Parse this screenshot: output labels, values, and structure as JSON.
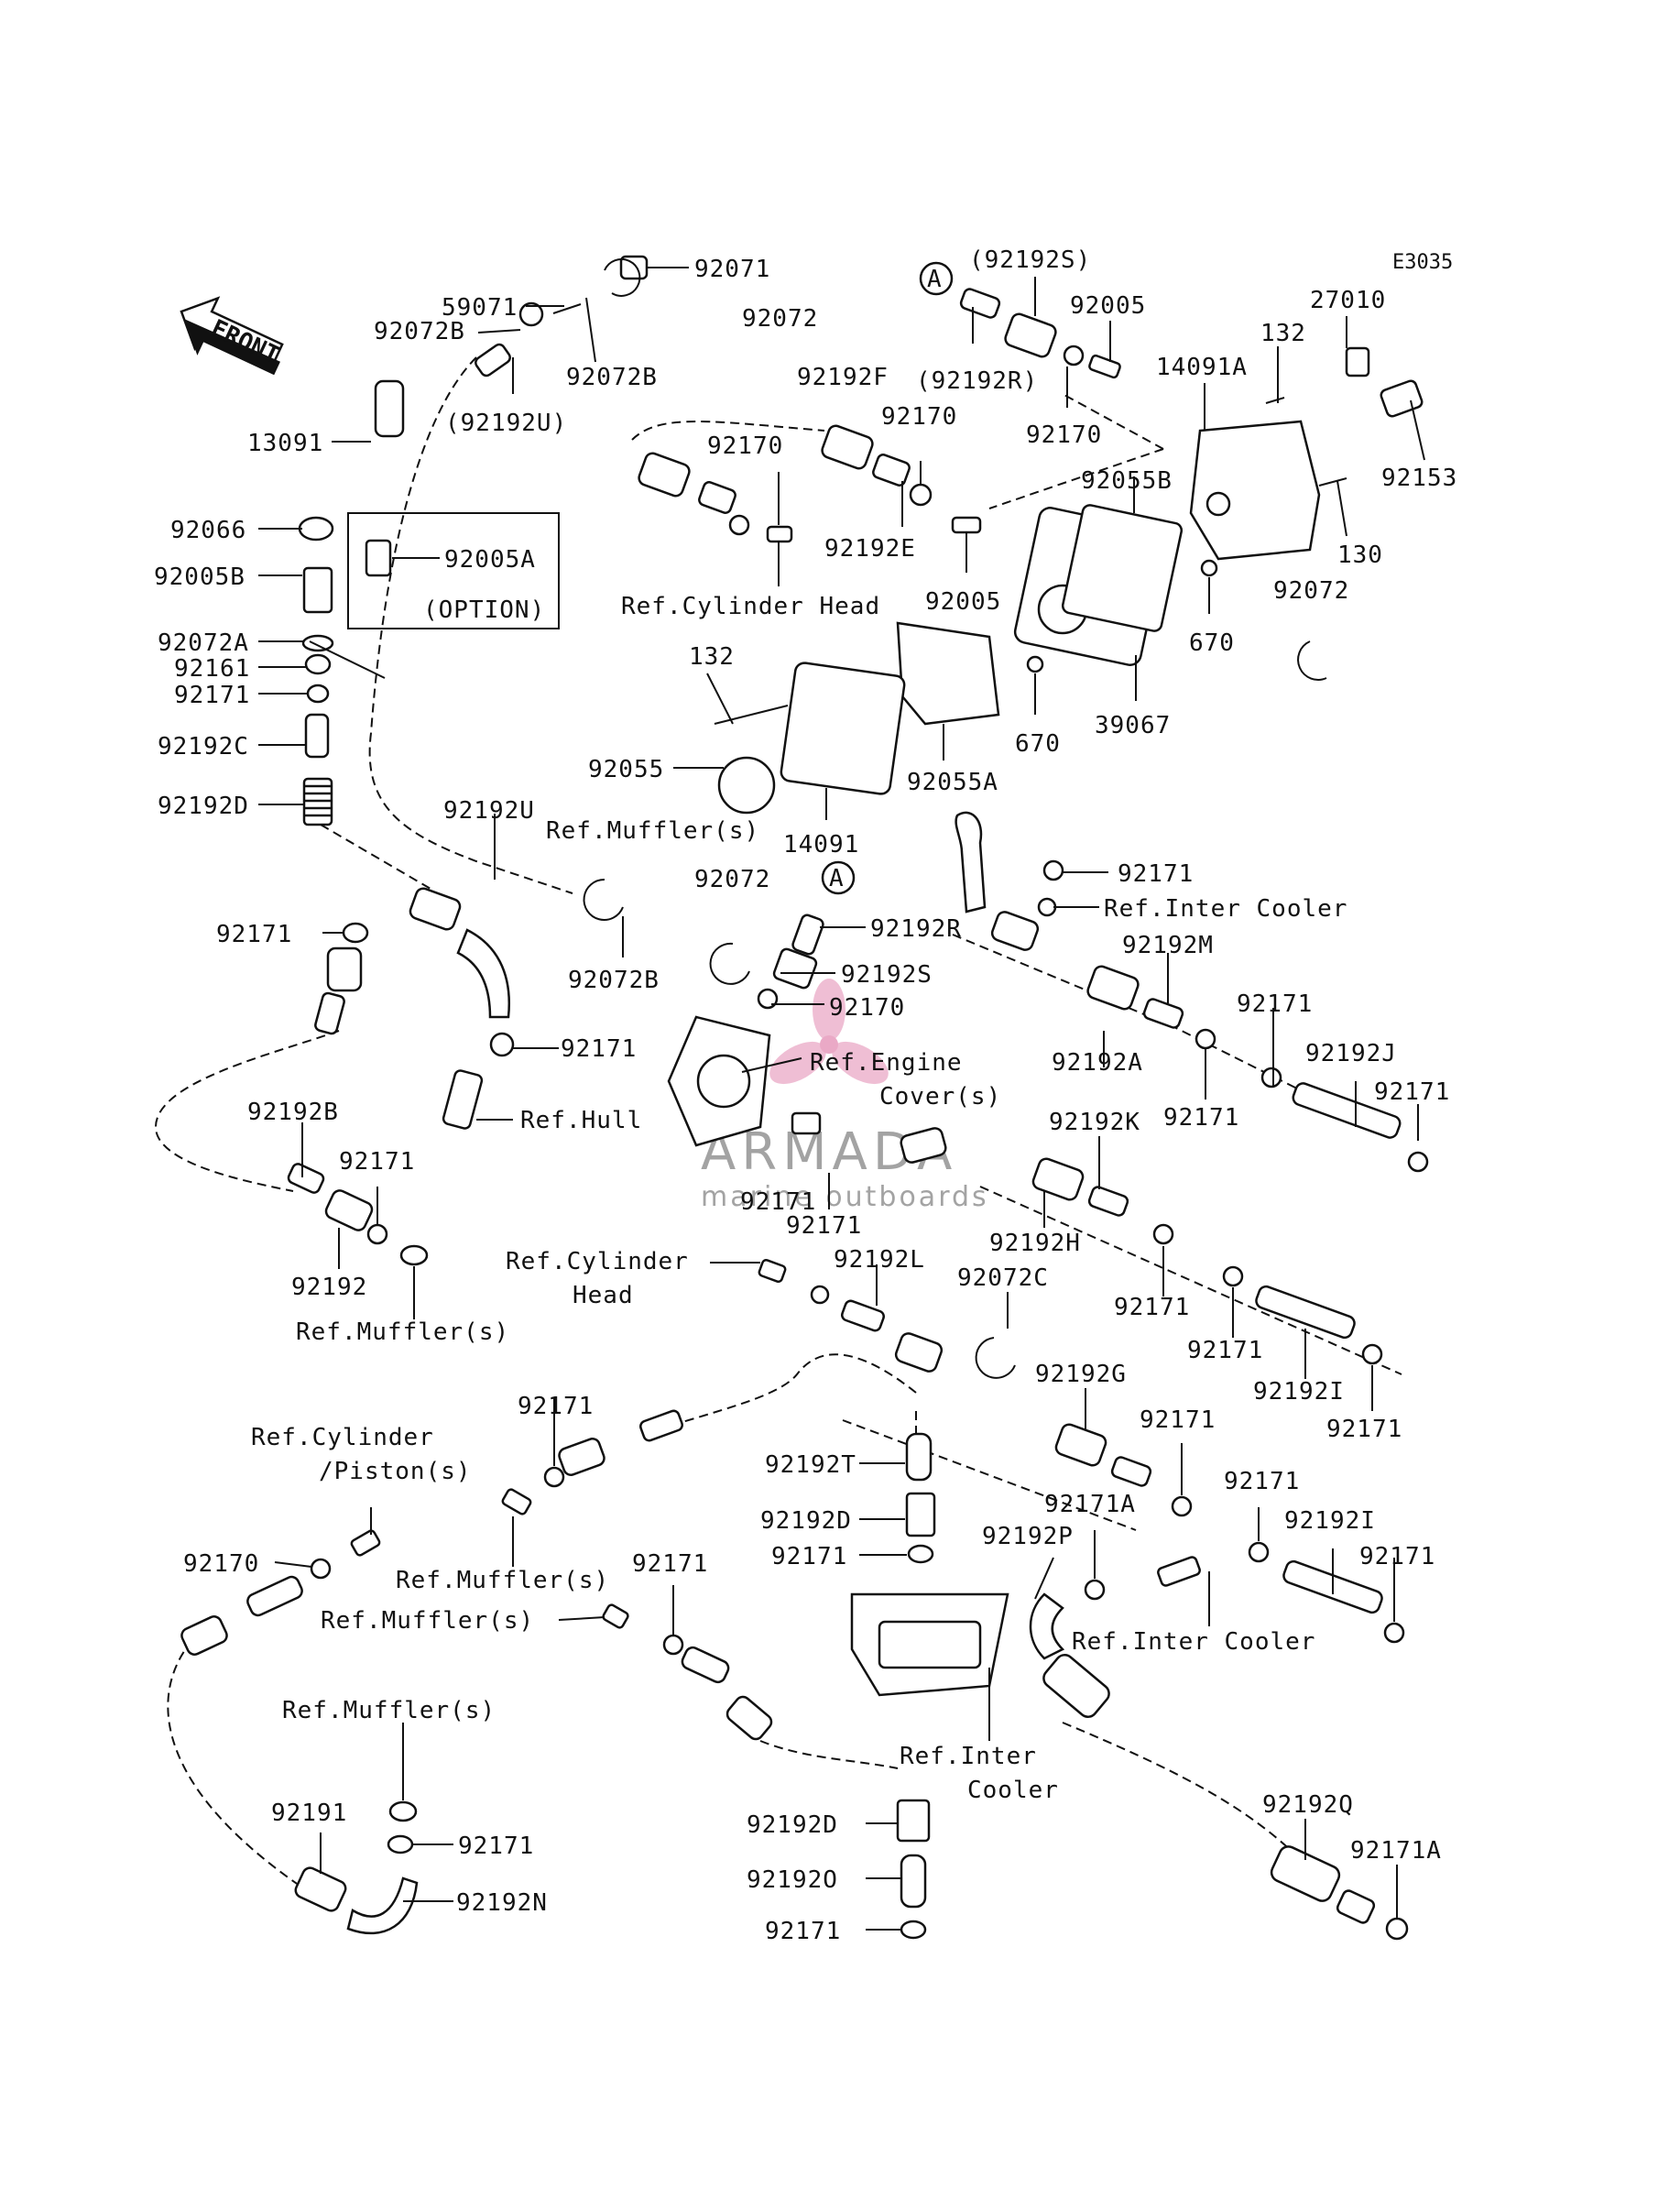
{
  "diagram_code": "E3035",
  "front_label": "FRONT",
  "callout_A": "A",
  "labels": {
    "p92071": "92071",
    "p59071": "59071",
    "p92072B_top": "92072B",
    "p92072B_2": "92072B",
    "p92192U_top": "(92192U)",
    "p13091": "13091",
    "p92066": "92066",
    "p92005B": "92005B",
    "p92005A": "92005A",
    "option": "(OPTION)",
    "p92072A": "92072A",
    "p92161": "92161",
    "p92171_l1": "92171",
    "p92192C": "92192C",
    "p92192D_l": "92192D",
    "p92192S_top": "(92192S)",
    "p92005_top": "92005",
    "p27010": "27010",
    "p92072_top": "92072",
    "p92192F": "92192F",
    "p92192R_top": "(92192R)",
    "p132_top": "132",
    "p14091A": "14091A",
    "p92170_a": "92170",
    "p92170_b": "92170",
    "p92170_c": "92170",
    "p92153": "92153",
    "p92055B": "92055B",
    "p92192E": "92192E",
    "ref_cyl_head_top": "Ref.Cylinder Head",
    "p92005_mid": "92005",
    "p130": "130",
    "p92072_right": "92072",
    "p670_a": "670",
    "p670_b": "670",
    "p39067": "39067",
    "p132_mid": "132",
    "p92055": "92055",
    "p92055A": "92055A",
    "p14091": "14091",
    "p92192U_mid": "92192U",
    "ref_muffler_top": "Ref.Muffler(s)",
    "p92171_inter": "92171",
    "ref_inter_cooler_top": "Ref.Inter Cooler",
    "p92072_mid": "92072",
    "p92192R_mid": "92192R",
    "p92192M": "92192M",
    "p92192S_mid": "92192S",
    "p92170_mid": "92170",
    "p92072B_mid": "92072B",
    "p92171_left": "92171",
    "p92171_hull": "92171",
    "ref_engine_cover_1": "Ref.Engine",
    "ref_engine_cover_2": "Cover(s)",
    "p92171_r1": "92171",
    "p92192A": "92192A",
    "p92192J": "92192J",
    "p92171_r2": "92171",
    "p92171_r3": "92171",
    "ref_hull": "Ref.Hull",
    "p92192B": "92192B",
    "p92192K": "92192K",
    "p92171_lb": "92171",
    "p92171_c1": "92171",
    "p92171_c2": "92171",
    "p92192H": "92192H",
    "p92192": "92192",
    "ref_cyl_head_mid_1": "Ref.Cylinder",
    "ref_cyl_head_mid_2": "Head",
    "p92192L": "92192L",
    "p92072C": "92072C",
    "ref_muffler_lb": "Ref.Muffler(s)",
    "p92171_r4": "92171",
    "p92171_r5": "92171",
    "p92192I_a": "92192I",
    "p92192G": "92192G",
    "p92171_r6": "92171",
    "p92171_mid2": "92171",
    "ref_cyl_piston_1": "Ref.Cylinder",
    "ref_cyl_piston_2": "/Piston(s)",
    "p92192T": "92192T",
    "p92171_r7": "92171",
    "p92171_r8": "92171",
    "p92171A_a": "92171A",
    "p92192I_b": "92192I",
    "p92192D_mid": "92192D",
    "p92170_low": "92170",
    "ref_muffler_mid": "Ref.Muffler(s)",
    "p92171_mid3": "92171",
    "p92171_mid4": "92171",
    "p92192P": "92192P",
    "ref_muffler_mid2": "Ref.Muffler(s)",
    "ref_inter_cooler_mid": "Ref.Inter Cooler",
    "p92171_r9": "92171",
    "ref_muffler_low": "Ref.Muffler(s)",
    "ref_inter_cooler_low_1": "Ref.Inter",
    "ref_inter_cooler_low_2": "Cooler",
    "p92191": "92191",
    "p92171_low": "92171",
    "p92192Q": "92192Q",
    "p92192D_low": "92192D",
    "p92171A_b": "92171A",
    "p92192O": "92192O",
    "p92192N": "92192N",
    "p92171_bottom": "92171"
  },
  "watermark": {
    "brand": "ARMADA",
    "sub": "marine outboards",
    "accent": "#e8a0c0"
  }
}
